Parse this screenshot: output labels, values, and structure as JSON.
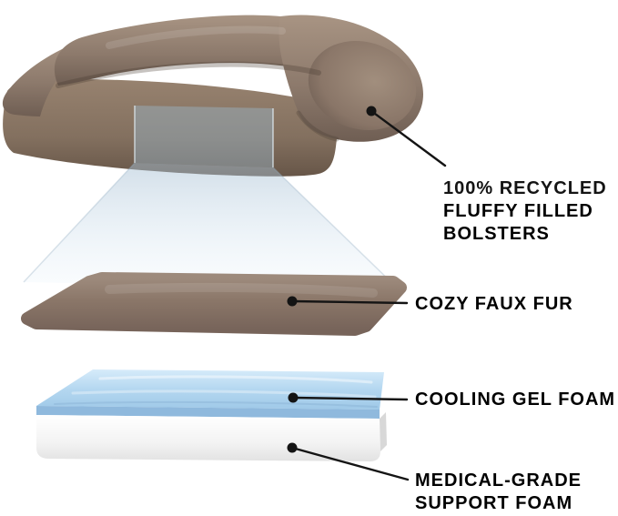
{
  "figure": {
    "type": "product-layer-diagram",
    "callouts": {
      "bolsters": {
        "line1": "100% RECYCLED",
        "line2": "FLUFFY FILLED",
        "line3": "BOLSTERS"
      },
      "faux_fur": {
        "label": "COZY FAUX FUR"
      },
      "cooling_gel": {
        "label": "COOLING GEL FOAM"
      },
      "support_foam": {
        "line1": "MEDICAL-GRADE",
        "line2": "SUPPORT FOAM"
      }
    },
    "colors": {
      "text": "#141414",
      "callout_line": "#141414",
      "bed_brown_light": "#a89483",
      "bed_brown_dark": "#6f5e53",
      "fur_brown": "#8a7668",
      "gel_blue": "#b4d7f0",
      "foam_white": "#f3f3f3",
      "background": "#ffffff"
    }
  }
}
